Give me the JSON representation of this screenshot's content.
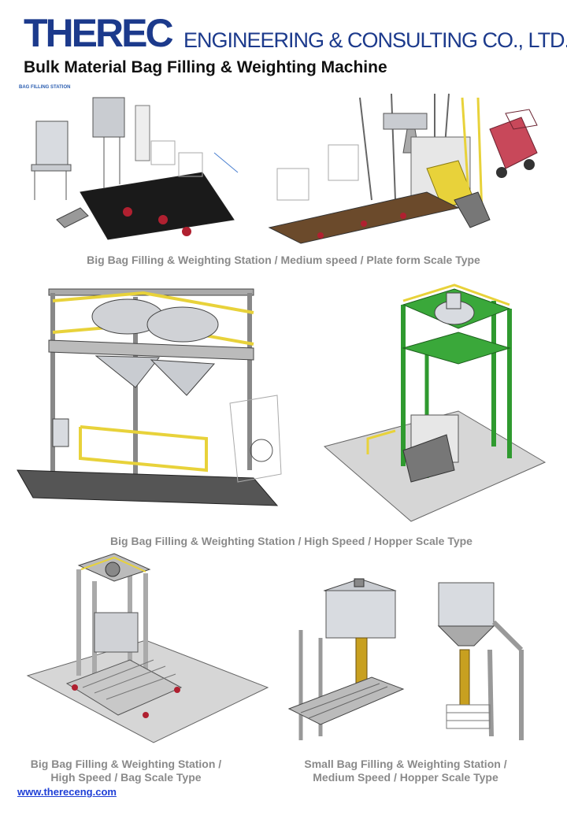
{
  "header": {
    "brand": "THEREC",
    "company": "ENGINEERING & CONSULTING CO., LTD.",
    "title": "Bulk Material Bag Filling & Weighting Machine"
  },
  "figures": [
    {
      "caption_lines": [
        "Big Bag Filling & Weighting Station / Medium speed / Plate form Scale Type"
      ],
      "inset_label": "BAG FILLING STATION"
    },
    {
      "caption_lines": [
        "Big Bag Filling & Weighting Station / High Speed / Hopper Scale Type"
      ]
    },
    {
      "caption_lines": [
        "Big Bag Filling & Weighting Station /",
        "High Speed / Bag Scale Type"
      ]
    },
    {
      "caption_lines": [
        "Small  Bag Filling & Weighting Station /",
        "Medium Speed / Hopper Scale Type"
      ]
    }
  ],
  "footer": {
    "website": "www.thereceng.com"
  },
  "colors": {
    "brand_blue": "#1c3a8c",
    "caption_gray": "#8a8a8a",
    "link_blue": "#1f3fd6",
    "frame_gray": "#b9bcbf",
    "rail_yellow": "#e8d23a",
    "frame_green": "#2f9a2f",
    "forklift_red": "#c8485a",
    "floor_gray": "#d6d6d6"
  }
}
